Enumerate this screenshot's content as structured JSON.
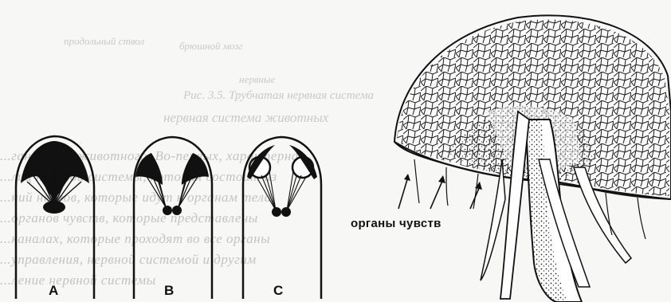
{
  "figure": {
    "labels": {
      "a": "А",
      "b": "В",
      "c": "С",
      "sense_organs": "органы чувств"
    },
    "bleed_through": {
      "t1": "продольный ствол",
      "t2": "брюшной мозг",
      "t3": "нервные",
      "cap1": "Рис. 3.5. Трубчатая нервная система",
      "cap2": "нервная система животных",
      "rows": [
        "...ганизации животного. Во-первых, характерная",
        "...лиц нервной системы, которая состоит из",
        "...ний нервов, которые идут к органам тела",
        "...органов чувств, которые представлены",
        "...каналах, которые проходят во все органы",
        "...управления, нервной системой и другим",
        "...ление нервной системы"
      ]
    }
  }
}
